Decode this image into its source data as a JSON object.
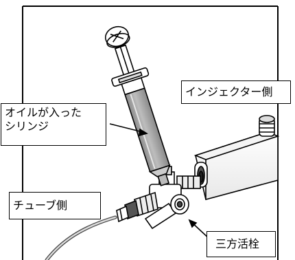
{
  "labels": {
    "syringe_with_oil": [
      "オイルが入った",
      "シリンジ"
    ],
    "injector_side": "インジェクター側",
    "tube_side": "チューブ側",
    "three_way_stopcock": "三方活栓"
  }
}
